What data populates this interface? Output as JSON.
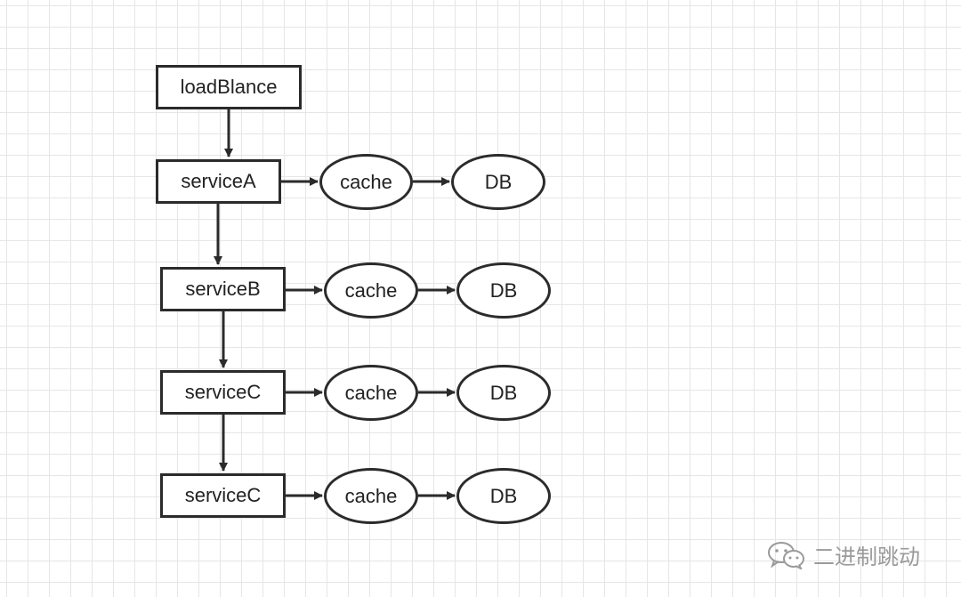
{
  "diagram": {
    "root": "loadBlance",
    "rows": [
      {
        "service": "serviceA",
        "cache": "cache",
        "db": "DB"
      },
      {
        "service": "serviceB",
        "cache": "cache",
        "db": "DB"
      },
      {
        "service": "serviceC",
        "cache": "cache",
        "db": "DB"
      },
      {
        "service": "serviceC",
        "cache": "cache",
        "db": "DB"
      }
    ]
  },
  "watermark": {
    "icon": "wechat-icon",
    "text": "二进制跳动"
  },
  "colors": {
    "stroke": "#2b2b2b",
    "grid": "#e6e6e6",
    "watermark": "#9a9a9a"
  }
}
